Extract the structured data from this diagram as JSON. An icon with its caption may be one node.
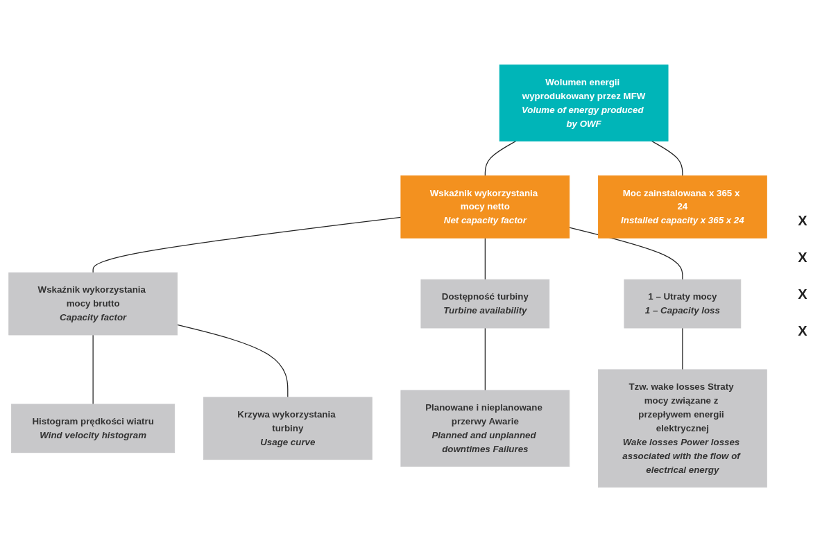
{
  "diagram": {
    "nodes": [
      {
        "text": [
          "Wolumen energii wyprodukowany przez MFW",
          "Volume of energy produced by OWF"
        ]
      },
      {
        "text": [
          "Wskaźnik wykorzystania mocy netto",
          "Net capacity factor"
        ]
      },
      {
        "text": [
          "Moc zainstalowana x 365 x 24",
          "Installed capacity x 365 x 24"
        ]
      },
      {
        "text": [
          "Wskaźnik wykorzystania mocy brutto",
          "Capacity factor"
        ]
      },
      {
        "text": [
          "Dostępność turbiny",
          "Turbine availability"
        ]
      },
      {
        "text": [
          "1 – Utraty mocy",
          "1 – Capacity loss"
        ]
      },
      {
        "text": [
          "Histogram prędkości wiatru",
          "Wind velocity histogram"
        ]
      },
      {
        "text": [
          "Krzywa wykorzystania turbiny",
          "Usage curve"
        ]
      },
      {
        "text": [
          "Planowane i nieplanowane przerwy Awarie",
          "Planned and unplanned downtimes Failures"
        ]
      },
      {
        "text": [
          "Tzw. wake losses Straty mocy związane z przepływem energii elektrycznej",
          "Wake losses Power losses associated with the flow of electrical energy"
        ]
      }
    ],
    "edges": [
      {
        "from": 0,
        "to": 1,
        "arrow": "none"
      },
      {
        "from": 0,
        "to": 2,
        "arrow": "none"
      },
      {
        "from": 1,
        "to": 3,
        "arrow": "none"
      },
      {
        "from": 1,
        "to": 4,
        "arrow": "none"
      },
      {
        "from": 1,
        "to": 5,
        "arrow": "none"
      },
      {
        "from": 3,
        "to": 6,
        "arrow": "none"
      },
      {
        "from": 3,
        "to": 7,
        "arrow": "none"
      },
      {
        "from": 4,
        "to": 8,
        "arrow": "none"
      },
      {
        "from": 5,
        "to": 9,
        "arrow": "none"
      }
    ],
    "labels": [
      "X",
      "X",
      "X",
      "X"
    ]
  }
}
